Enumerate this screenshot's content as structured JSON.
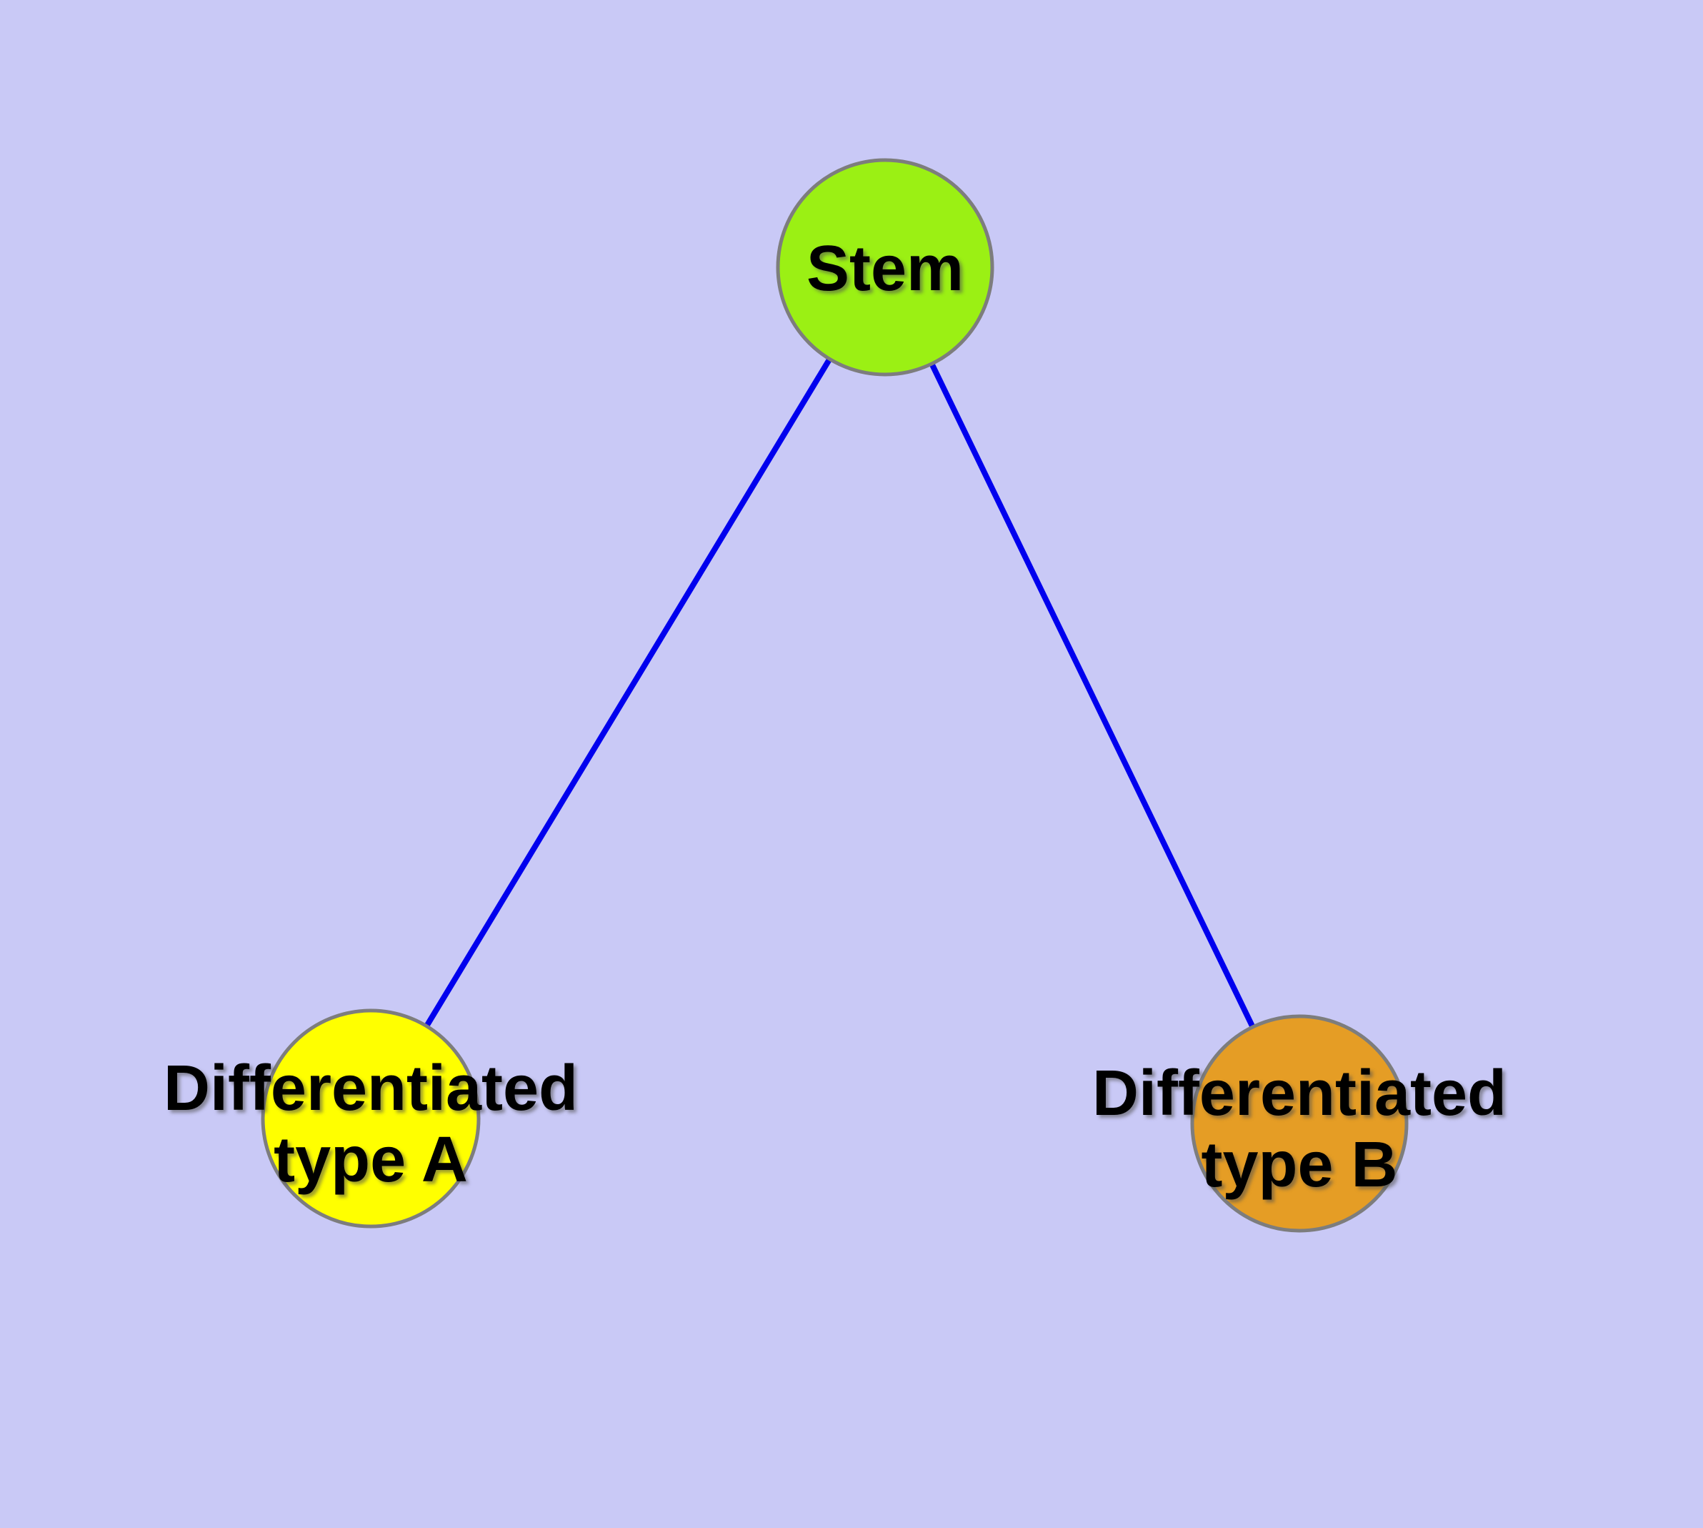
{
  "diagram": {
    "background_color": "#C9C9F6",
    "edge_color": "#0000EE",
    "node_border_color": "#7D7D7D",
    "text_color": "#000000",
    "nodes": [
      {
        "id": "stem",
        "label": "Stem",
        "label_line1": "Stem",
        "label_line2": "",
        "color": "#9BF014"
      },
      {
        "id": "type-a",
        "label": "Differentiated type A",
        "label_line1": "Differentiated",
        "label_line2": "type A",
        "color": "#FFFF00"
      },
      {
        "id": "type-b",
        "label": "Differentiated type B",
        "label_line1": "Differentiated",
        "label_line2": "type B",
        "color": "#E59D25"
      }
    ],
    "edges": [
      {
        "from": "Stem",
        "to": "Differentiated type A"
      },
      {
        "from": "Stem",
        "to": "Differentiated type B"
      }
    ]
  }
}
